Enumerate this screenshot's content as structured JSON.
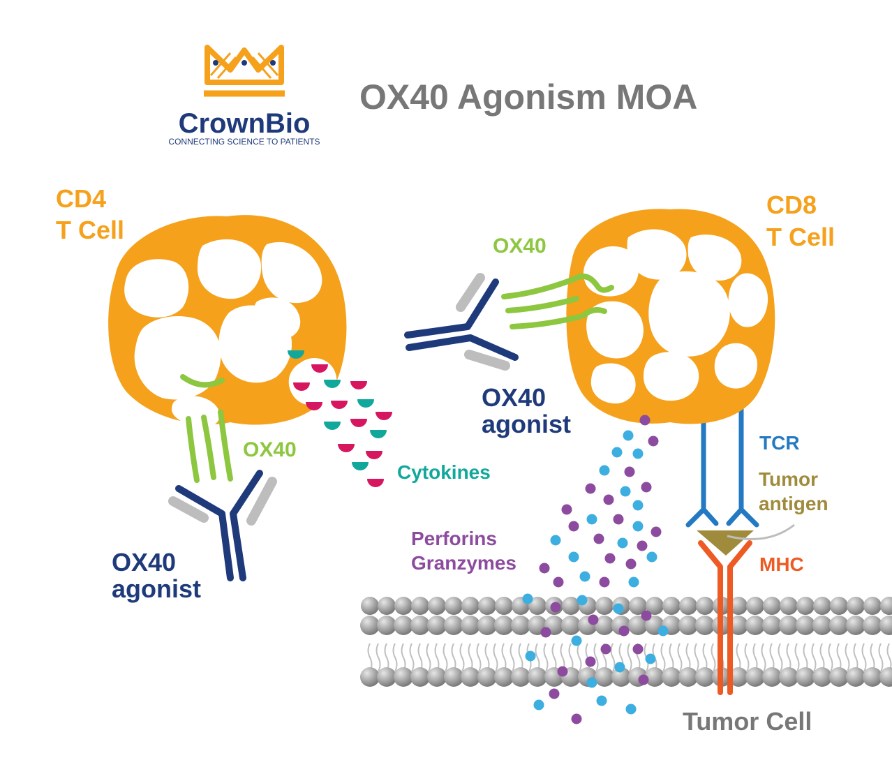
{
  "title": "OX40 Agonism MOA",
  "logo": {
    "name": "CrownBio",
    "tagline": "CONNECTING SCIENCE TO PATIENTS"
  },
  "labels": {
    "cd4_line1": "CD4",
    "cd4_line2": "T Cell",
    "cd8_line1": "CD8",
    "cd8_line2": "T Cell",
    "ox40_left": "OX40",
    "ox40_right": "OX40",
    "agonist_left_line1": "OX40",
    "agonist_left_line2": "agonist",
    "agonist_right_line1": "OX40",
    "agonist_right_line2": "agonist",
    "cytokines": "Cytokines",
    "perforins": "Perforins",
    "granzymes": "Granzymes",
    "tcr": "TCR",
    "antigen_line1": "Tumor",
    "antigen_line2": "antigen",
    "mhc": "MHC",
    "tumor_cell": "Tumor Cell"
  },
  "colors": {
    "tcell": "#F5A11C",
    "ox40": "#8DC63F",
    "antibody": "#1F3A7A",
    "antibody_light": "#BDBDBD",
    "cytokine_teal": "#11A89B",
    "cytokine_pink": "#D6175F",
    "perforin": "#8C4B9E",
    "granzyme": "#3DAEE0",
    "tcr": "#2379C2",
    "antigen": "#A08A3C",
    "mhc": "#EE5A24",
    "membrane": "#8E8E8E",
    "title_gray": "#777777"
  }
}
